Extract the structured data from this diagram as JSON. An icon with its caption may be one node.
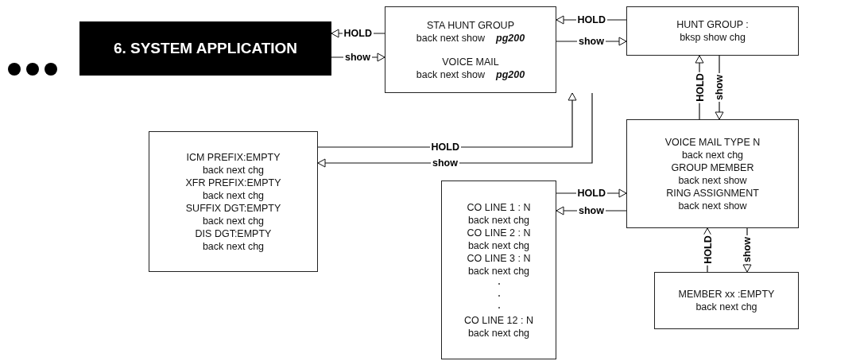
{
  "diagram": {
    "nodes": [
      {
        "text": [
          "6. SYSTEM APPLICATION"
        ]
      },
      {
        "text": [
          "STA HUNT GROUP",
          "back next show",
          "pg200",
          "VOICE MAIL",
          "back next show",
          "pg200"
        ]
      },
      {
        "text": [
          "HUNT GROUP :",
          "bksp show chg"
        ]
      },
      {
        "text": [
          "ICM PREFIX:EMPTY",
          "back next chg",
          "XFR PREFIX:EMPTY",
          "back next chg",
          "SUFFIX DGT:EMPTY",
          "back next chg",
          "DIS DGT:EMPTY",
          "back next chg"
        ]
      },
      {
        "text": [
          "VOICE MAIL TYPE N",
          "back next chg",
          "GROUP MEMBER",
          "back next show",
          "RING ASSIGNMENT",
          "back next show"
        ]
      },
      {
        "text": [
          "CO LINE 1 : N",
          "back next chg",
          "CO LINE 2 : N",
          "back next chg",
          "CO LINE 3 : N",
          "back next chg",
          "CO LINE 12 : N",
          "back next chg"
        ]
      },
      {
        "text": [
          "MEMBER xx :EMPTY",
          "back next chg"
        ]
      }
    ],
    "edges": [
      {
        "from": 1,
        "to": 0,
        "arrow": "to",
        "label": "HOLD"
      },
      {
        "from": 0,
        "to": 1,
        "arrow": "to",
        "label": "show"
      },
      {
        "from": 2,
        "to": 1,
        "arrow": "to",
        "label": "HOLD"
      },
      {
        "from": 1,
        "to": 2,
        "arrow": "to",
        "label": "show"
      },
      {
        "from": 4,
        "to": 2,
        "arrow": "to",
        "label": "HOLD"
      },
      {
        "from": 2,
        "to": 4,
        "arrow": "to",
        "label": "show"
      },
      {
        "from": 3,
        "to": 1,
        "arrow": "to",
        "label": "HOLD"
      },
      {
        "from": 1,
        "to": 3,
        "arrow": "to",
        "label": "show"
      },
      {
        "from": 5,
        "to": 4,
        "arrow": "to",
        "label": "HOLD"
      },
      {
        "from": 4,
        "to": 5,
        "arrow": "to",
        "label": "show"
      },
      {
        "from": 6,
        "to": 4,
        "arrow": "to",
        "label": "HOLD"
      },
      {
        "from": 4,
        "to": 6,
        "arrow": "to",
        "label": "show"
      }
    ]
  }
}
